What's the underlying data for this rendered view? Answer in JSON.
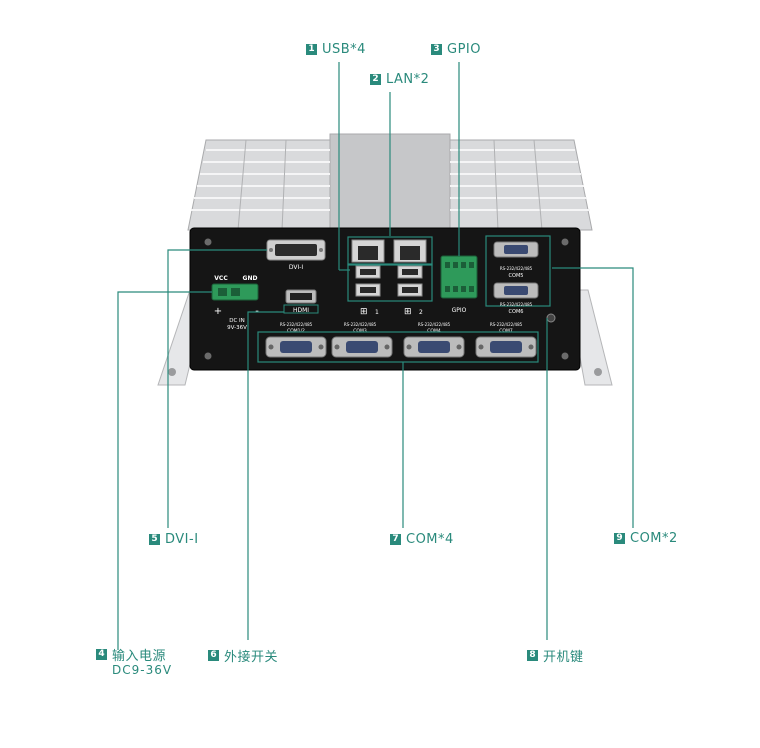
{
  "callouts": [
    {
      "number": "1",
      "label": "USB*4"
    },
    {
      "number": "2",
      "label": "LAN*2"
    },
    {
      "number": "3",
      "label": "GPIO"
    },
    {
      "number": "4",
      "label": "输入电源",
      "sublabel": "DC9-36V"
    },
    {
      "number": "5",
      "label": "DVI-I"
    },
    {
      "number": "6",
      "label": "外接开关"
    },
    {
      "number": "7",
      "label": "COM*4"
    },
    {
      "number": "8",
      "label": "开机键"
    },
    {
      "number": "9",
      "label": "COM*2"
    }
  ],
  "panel_labels": {
    "vcc": "VCC",
    "gnd": "GND",
    "dvi": "DVI-I",
    "hdmi": "HDMI",
    "dc_in": "DC IN",
    "voltage": "9V-36V",
    "plus": "+",
    "minus": "-",
    "lan1": "1",
    "lan2": "2",
    "gpio": "GPIO",
    "com_spec": "RS-232/422/485",
    "com1_2": "COM1/2",
    "com3": "COM3",
    "com4": "COM4",
    "com5": "COM5",
    "com6": "COM6",
    "com7": "COM7"
  },
  "colors": {
    "accent": "#2a8a7c",
    "panel": "#151515",
    "chassis": "#d9dadc"
  }
}
